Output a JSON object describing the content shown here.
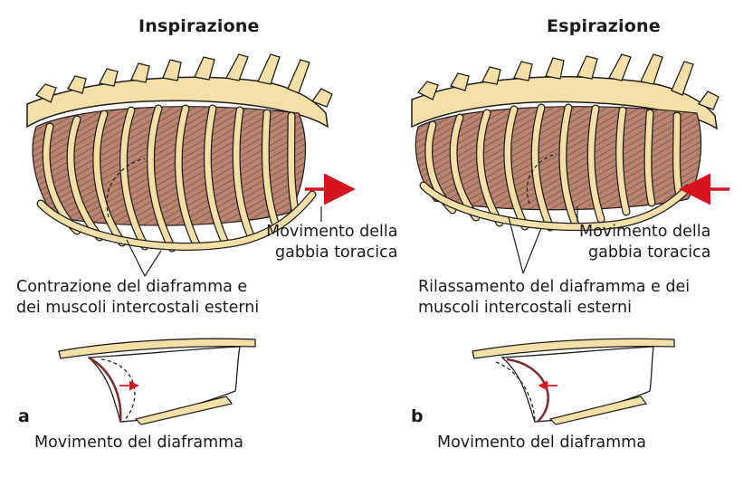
{
  "panels": [
    {
      "title": "Inspirazione",
      "cage_movement": [
        "Movimento della",
        "gabbia toracica"
      ],
      "muscle_caption": [
        "Contrazione del diaframma e",
        "dei muscoli intercostali esterni"
      ],
      "letter": "a",
      "diaphragm_caption": "Movimento del diaframma",
      "arrow_direction": "right"
    },
    {
      "title": "Espirazione",
      "cage_movement": [
        "Movimento della",
        "gabbia toracica"
      ],
      "muscle_caption": [
        "Rilassamento del diaframma e dei",
        "muscoli intercostali esterni"
      ],
      "letter": "b",
      "diaphragm_caption": "Movimento del diaframma",
      "arrow_direction": "left"
    }
  ],
  "colors": {
    "bone": "#f4dfa6",
    "bone_outline": "#1e1e1e",
    "muscle": "#b98470",
    "muscle_stripe": "#7a4a3a",
    "arrow": "#d7141e"
  }
}
